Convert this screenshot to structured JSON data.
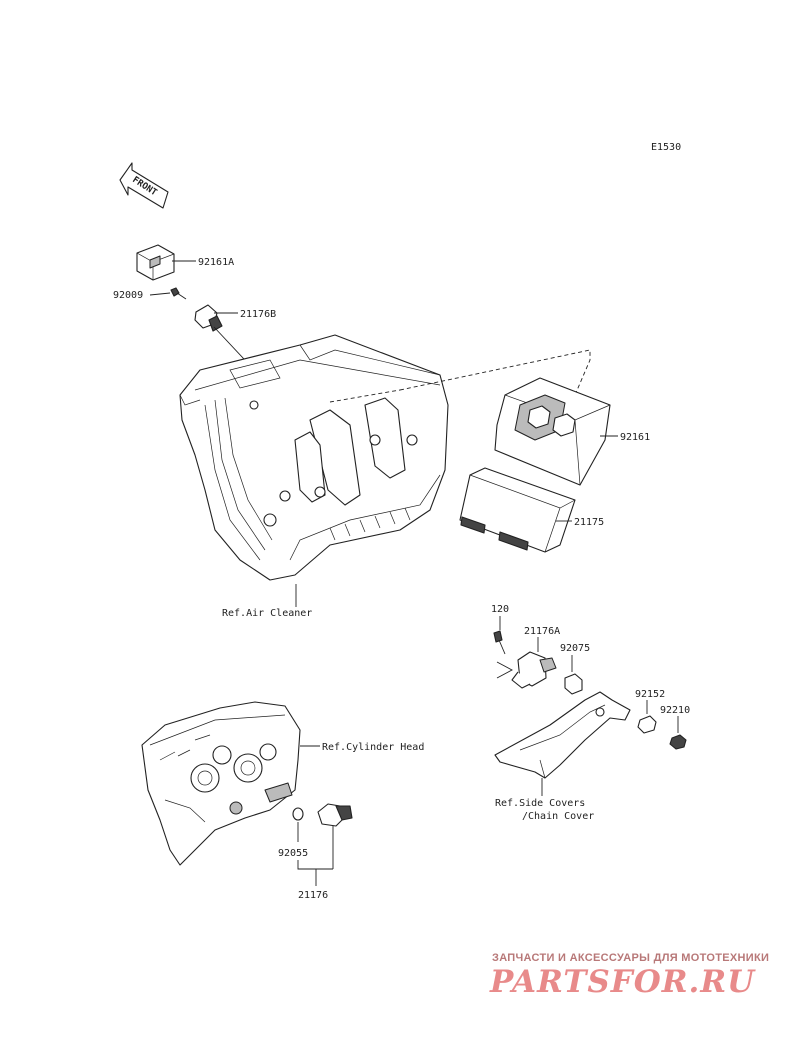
{
  "diagram_code": "E1530",
  "front_label": "FRONT",
  "part_labels": {
    "p92161A": "92161A",
    "p92009": "92009",
    "p21176B": "21176B",
    "p92161": "92161",
    "p21175": "21175",
    "ref_air_cleaner": "Ref.Air Cleaner",
    "p120": "120",
    "p21176A": "21176A",
    "p92075": "92075",
    "p92152": "92152",
    "p92210": "92210",
    "ref_cylinder_head": "Ref.Cylinder Head",
    "ref_side_covers": "Ref.Side Covers",
    "ref_chain_cover": "/Chain Cover",
    "p92055": "92055",
    "p21176": "21176"
  },
  "watermark": {
    "tagline": "ЗАПЧАСТИ И АКСЕССУАРЫ ДЛЯ МОТОТЕХНИКИ",
    "brand": "PARTSFOR.RU"
  }
}
